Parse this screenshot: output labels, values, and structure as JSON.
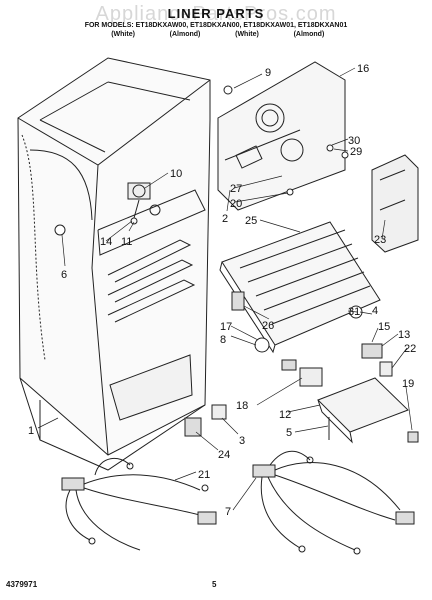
{
  "header": {
    "watermark": "AppliancePartsPros.com",
    "title": "LINER PARTS",
    "models": "FOR MODELS: ET18DKXAW00, ET18DKXAN00, ET18DKXAW01, ET18DKXAN01",
    "colors": [
      "(White)",
      "(Almond)",
      "(White)",
      "(Almond)"
    ]
  },
  "callouts": [
    "1",
    "2",
    "3",
    "4",
    "5",
    "6",
    "7",
    "8",
    "9",
    "10",
    "11",
    "12",
    "13",
    "14",
    "15",
    "16",
    "17",
    "18",
    "19",
    "20",
    "21",
    "22",
    "23",
    "24",
    "25",
    "26",
    "27",
    "29",
    "30",
    "31"
  ],
  "footer": {
    "doc_number": "4379971",
    "page_number": "5"
  }
}
